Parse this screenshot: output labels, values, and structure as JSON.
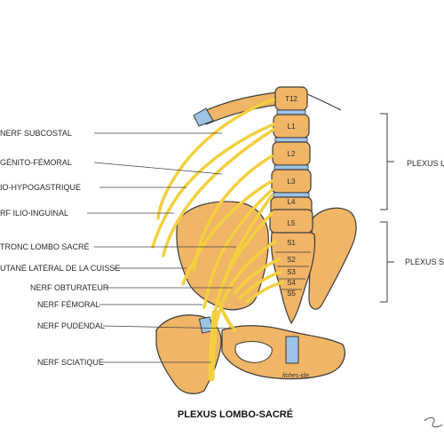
{
  "diagram": {
    "title": "PLEXUS LOMBO-SACRÉ",
    "credit": "fiches-ide",
    "labels": [
      {
        "id": "subcostal",
        "text": "NERF SUBCOSTAL"
      },
      {
        "id": "genito",
        "text": "GÉNITO-FÉMORAL"
      },
      {
        "id": "ilio-hypo",
        "text": "IO-HYPOGASTRIQUE"
      },
      {
        "id": "ilio-ing",
        "text": "RF ILIO-INGUINAL"
      },
      {
        "id": "tronc",
        "text": "TRONC LOMBO SACRÉ"
      },
      {
        "id": "cutane",
        "text": "UTANÉ LATÉRAL DE LA CUISSE"
      },
      {
        "id": "obturateur",
        "text": "NERF OBTURATEUR"
      },
      {
        "id": "femoral",
        "text": "NERF FÉMORAL"
      },
      {
        "id": "pudendal",
        "text": "NERF PUDENDAL"
      },
      {
        "id": "sciatique",
        "text": "NERF SCIATIQUE"
      }
    ],
    "vertebrae": [
      "T12",
      "L1",
      "L2",
      "L3",
      "L4",
      "L5",
      "S1",
      "S2",
      "S3",
      "S4",
      "S5"
    ],
    "groups": [
      {
        "id": "lombaire",
        "text": "PLEXUS L"
      },
      {
        "id": "sacre",
        "text": "PLEXUS SA"
      }
    ],
    "colors": {
      "bone": "#F0B566",
      "nerve": "#F4D03F",
      "disc": "#9DC3E6",
      "ink": "#3a3a3a"
    }
  }
}
